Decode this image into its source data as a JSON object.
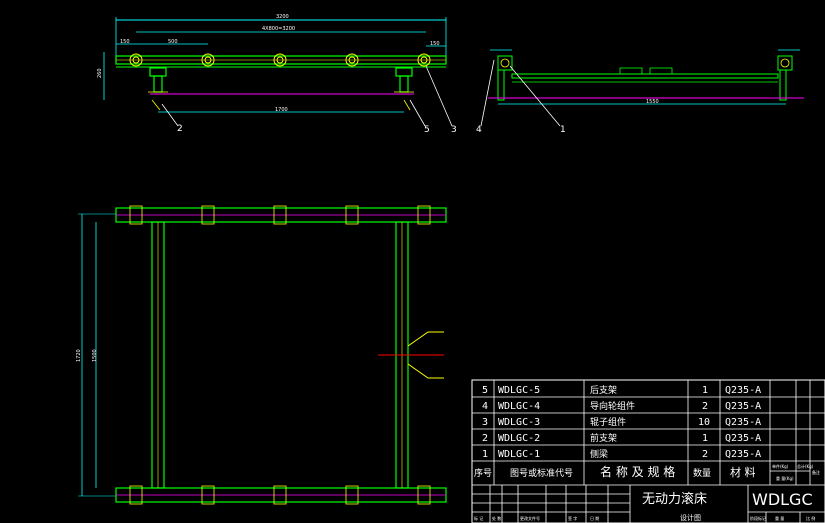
{
  "drawing": {
    "dim_overall_length": "3200",
    "dim_roller_span": "4X800=3200",
    "dim_end_left": "150",
    "dim_pitch": "500",
    "dim_end_right": "150",
    "dim_height": "260",
    "dim_bottom_span": "1700",
    "dim_side_span": "1550",
    "dim_plan_outer": "1720",
    "dim_plan_inner": "1500",
    "callouts": [
      "2",
      "5",
      "3",
      "4",
      "1"
    ]
  },
  "title_block": {
    "rows": [
      {
        "no": "5",
        "code": "WDLGC-5",
        "name": "后支架",
        "qty": "1",
        "material": "Q235-A"
      },
      {
        "no": "4",
        "code": "WDLGC-4",
        "name": "导向轮组件",
        "qty": "2",
        "material": "Q235-A"
      },
      {
        "no": "3",
        "code": "WDLGC-3",
        "name": "辊子组件",
        "qty": "10",
        "material": "Q235-A"
      },
      {
        "no": "2",
        "code": "WDLGC-2",
        "name": "前支架",
        "qty": "1",
        "material": "Q235-A"
      },
      {
        "no": "1",
        "code": "WDLGC-1",
        "name": "侧梁",
        "qty": "2",
        "material": "Q235-A"
      }
    ],
    "header": {
      "no": "序号",
      "code": "图号或标准代号",
      "name": "名 称 及 规 格",
      "qty": "数量",
      "material": "材  料",
      "unit_weight": "单件(Kg)",
      "total_weight": "总计(Kg)",
      "weight_label": "重 量(Kg)",
      "remark": "备注"
    },
    "drawing_title": "无动力滚床",
    "drawing_subtitle": "设计图",
    "drawing_code": "WDLGC",
    "sign_row": [
      "标 记",
      "处 数",
      "更改文件号",
      "签 字",
      "日 期"
    ],
    "right_small": [
      "阶段标记",
      "重 量",
      "比 例"
    ]
  },
  "colors": {
    "background": "#000000",
    "outline": "#00ff00",
    "detail": "#ffff00",
    "dimension": "#00ffff",
    "centerline": "#ff00ff",
    "cut": "#ff0000",
    "text": "#ffffff"
  }
}
